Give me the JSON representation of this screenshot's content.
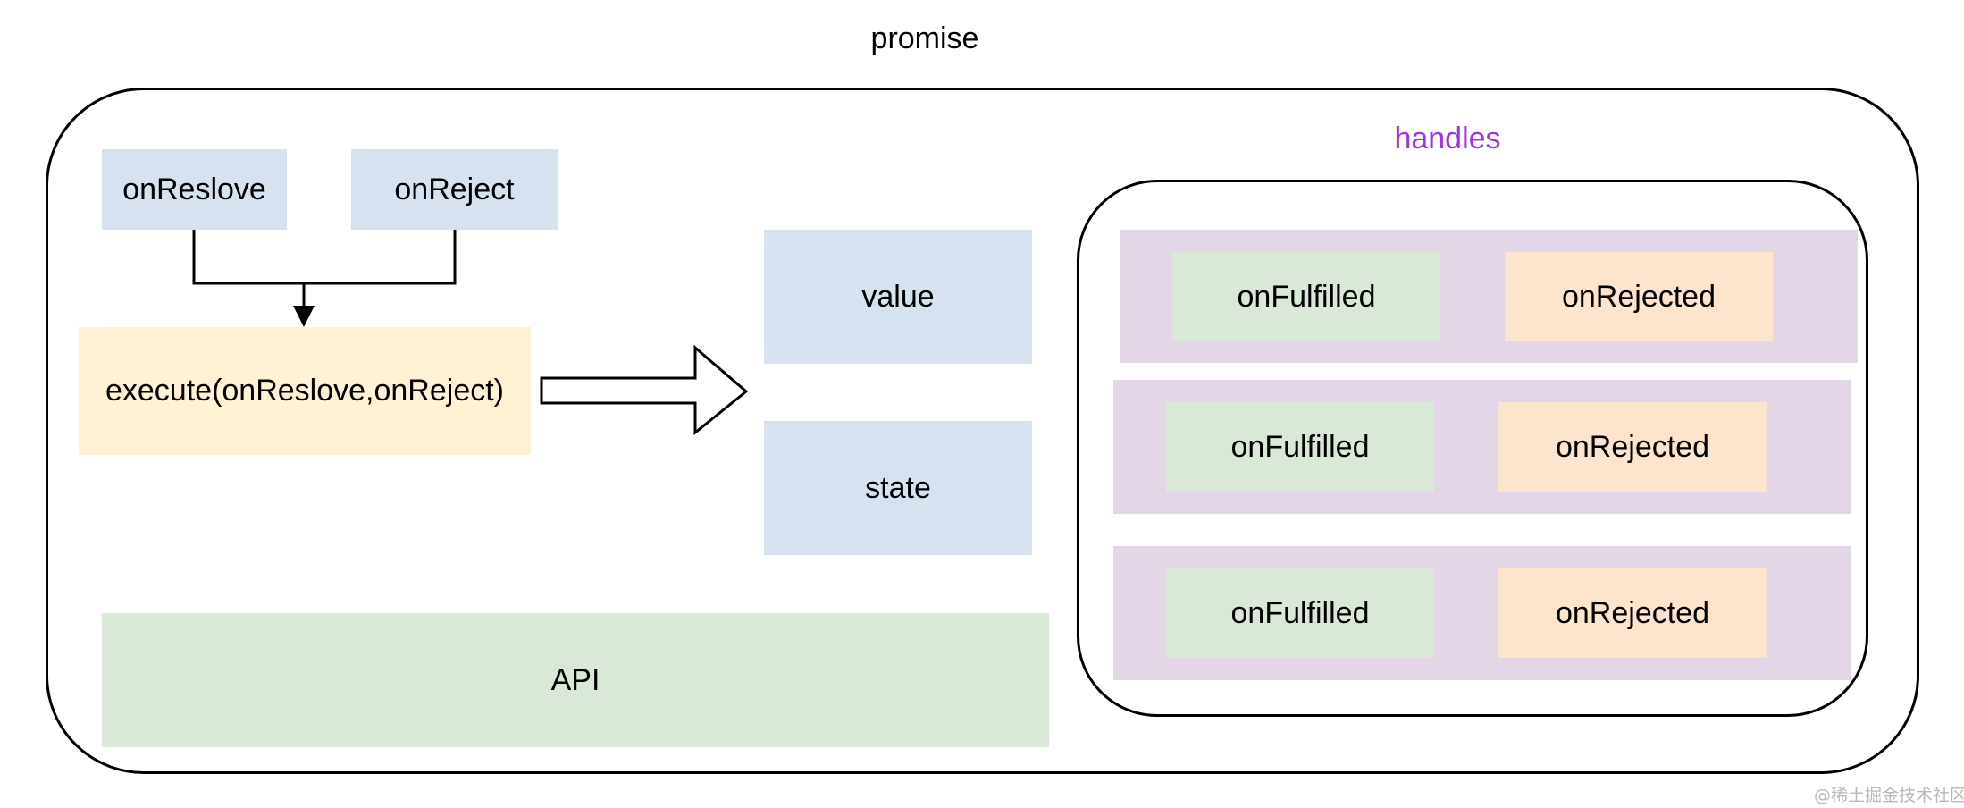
{
  "promise": {
    "title": "promise",
    "callbacks": {
      "resolve": "onReslove",
      "reject": "onReject"
    },
    "execute": "execute(onReslove,onReject)",
    "state_fields": {
      "value": "value",
      "state": "state"
    },
    "api": "API"
  },
  "handles": {
    "title": "handles",
    "title_color": "#9b36e0",
    "rows": [
      {
        "fulfilled": "onFulfilled",
        "rejected": "onRejected"
      },
      {
        "fulfilled": "onFulfilled",
        "rejected": "onRejected"
      },
      {
        "fulfilled": "onFulfilled",
        "rejected": "onRejected"
      }
    ]
  },
  "colors": {
    "blue": "#d6e2f0",
    "yellow": "#fff1d3",
    "green": "#dae8d8",
    "orange": "#fce4cd",
    "purple": "#e2d6e7"
  },
  "watermark": "@稀土掘金技术社区"
}
